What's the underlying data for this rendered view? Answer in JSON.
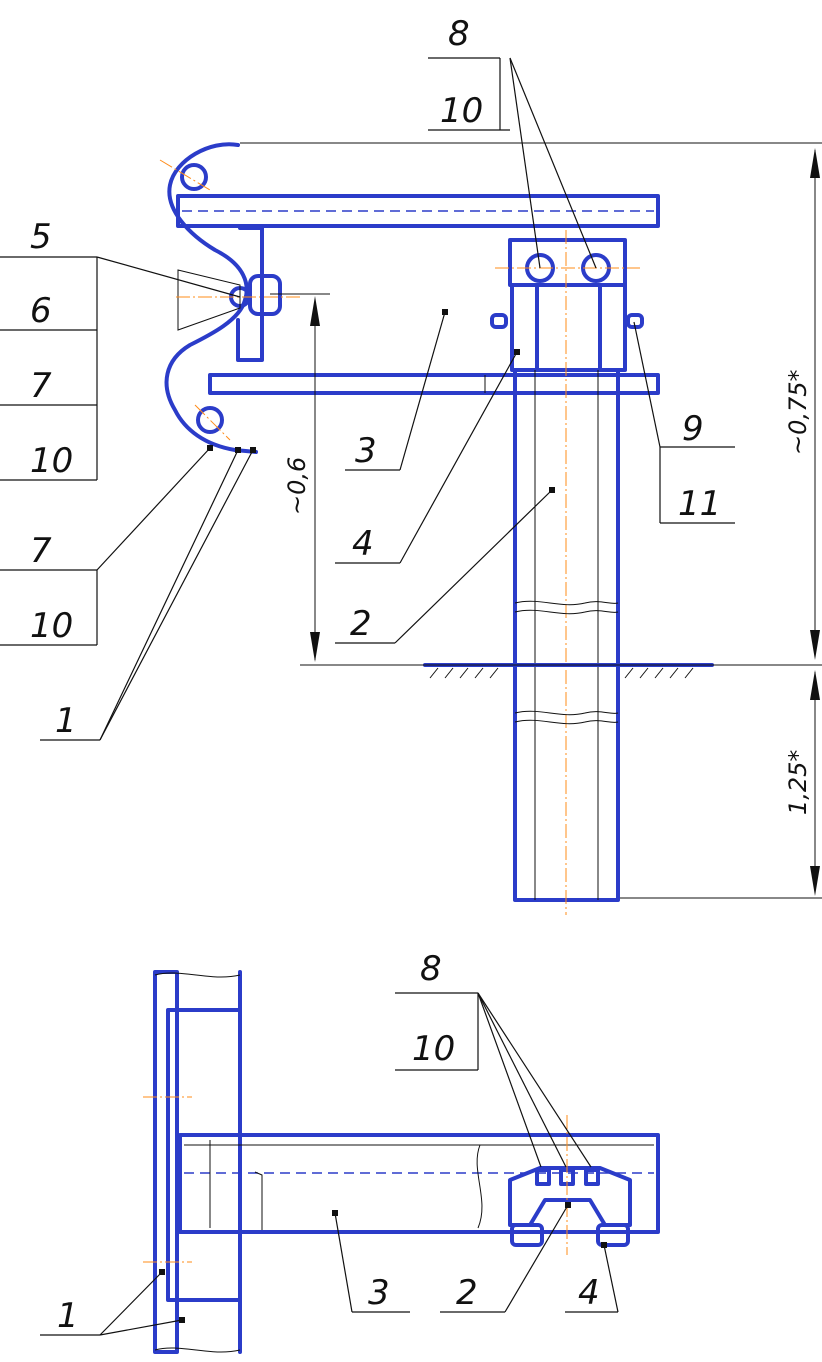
{
  "callouts": {
    "top": {
      "c8": "8",
      "c10a": "10",
      "c5": "5",
      "c6": "6",
      "c7a": "7",
      "c10b": "10",
      "c7b": "7",
      "c10c": "10",
      "c1": "1",
      "c3": "3",
      "c4": "4",
      "c2": "2",
      "c9": "9",
      "c11": "11"
    },
    "bottom": {
      "c8": "8",
      "c10": "10",
      "c1": "1",
      "c3": "3",
      "c2": "2",
      "c4": "4"
    }
  },
  "dimensions": {
    "height_above_ground": "~0,75*",
    "rail_height": "~0,6",
    "embed_depth": "1,25*"
  },
  "colors": {
    "drawing": "#2b3cc9",
    "centerline": "#ff8c1a",
    "annotation": "#111111"
  }
}
